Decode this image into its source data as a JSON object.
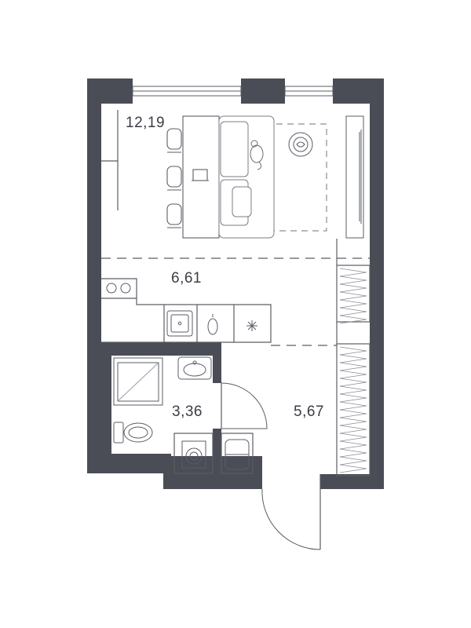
{
  "colors": {
    "wall": "#4a4d55",
    "line": "#5a5d65",
    "light": "#9a9da3",
    "background": "#ffffff"
  },
  "rooms": [
    {
      "id": "living",
      "area": "12,19"
    },
    {
      "id": "kitchen",
      "area": "6,61"
    },
    {
      "id": "bathroom",
      "area": "3,36"
    },
    {
      "id": "hallway",
      "area": "5,67"
    }
  ],
  "icons": {
    "robot_vacuum": "robot-vacuum-icon",
    "cat": "cat-icon",
    "sink": "sink-icon",
    "stove": "stove-icon",
    "toilet": "toilet-icon",
    "washing_machine": "washing-machine-icon"
  }
}
